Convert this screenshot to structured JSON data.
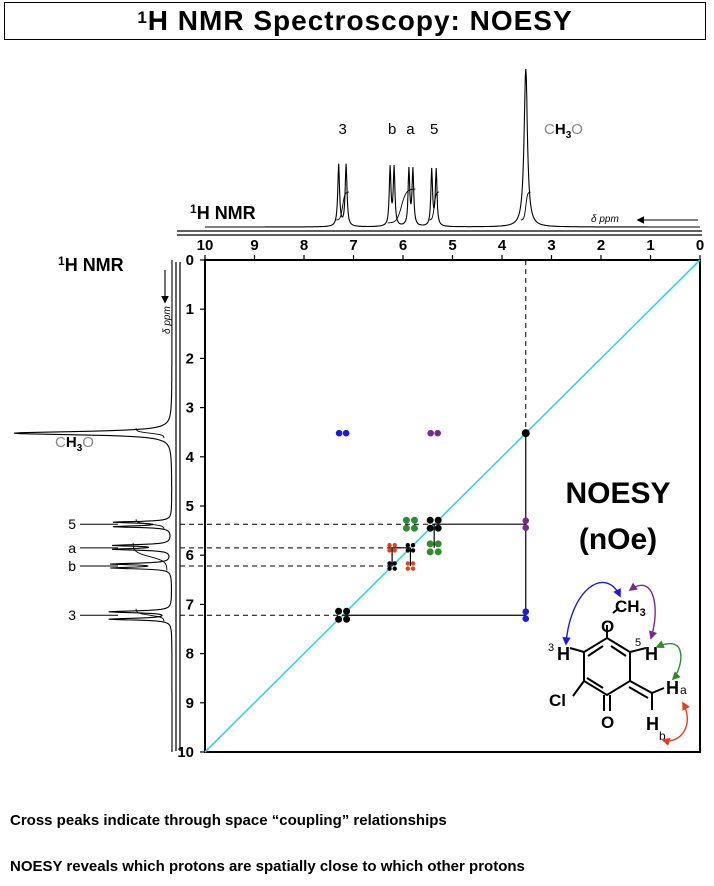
{
  "title_iso": "1",
  "title_rest": "H NMR Spectroscopy: NOESY",
  "axis_title_iso": "1",
  "axis_title_rest": "H NMR",
  "delta_label": "δ ppm",
  "chart_data": {
    "type": "scatter",
    "subtype": "2D NOESY NMR spectrum",
    "x_axis": {
      "ticks": [
        10,
        9,
        8,
        7,
        6,
        5,
        4,
        3,
        2,
        1,
        0
      ],
      "range": [
        10,
        0
      ],
      "reversed": true
    },
    "y_axis": {
      "ticks": [
        0,
        1,
        2,
        3,
        4,
        5,
        6,
        7,
        8,
        9,
        10
      ],
      "range": [
        0,
        10
      ]
    },
    "grid": false,
    "diagonal_color": "#33d6e0",
    "peaks_1d": [
      {
        "label": "3",
        "shift": 7.22
      },
      {
        "label": "b",
        "shift": 6.22
      },
      {
        "label": "a",
        "shift": 5.85
      },
      {
        "label": "5",
        "shift": 5.37
      },
      {
        "label": "CH3O",
        "shift": 3.52
      }
    ],
    "diagonal_peaks": [
      {
        "label": "3",
        "x": 7.22,
        "y": 7.22
      },
      {
        "label": "b",
        "x": 6.22,
        "y": 6.22
      },
      {
        "label": "a",
        "x": 5.85,
        "y": 5.85
      },
      {
        "label": "5",
        "x": 5.37,
        "y": 5.37
      },
      {
        "label": "CH3O",
        "x": 3.52,
        "y": 3.52
      }
    ],
    "cross_peaks": [
      {
        "x": 7.22,
        "y": 3.52,
        "color": "#1a1adc"
      },
      {
        "x": 3.52,
        "y": 7.22,
        "color": "#1a1adc"
      },
      {
        "x": 5.37,
        "y": 3.52,
        "color": "#7a2a8c"
      },
      {
        "x": 3.52,
        "y": 5.37,
        "color": "#7a2a8c"
      },
      {
        "x": 5.85,
        "y": 5.37,
        "color": "#2e8b2e"
      },
      {
        "x": 5.37,
        "y": 5.85,
        "color": "#2e8b2e"
      },
      {
        "x": 6.22,
        "y": 5.85,
        "color": "#e0401a"
      },
      {
        "x": 5.85,
        "y": 6.22,
        "color": "#e0401a"
      }
    ]
  },
  "annotation": {
    "line1": "NOESY",
    "line2": "(nOe)"
  },
  "molecule": {
    "methoxy_c": "CH",
    "methoxy_sub": "3",
    "oxygen": "O",
    "carbonyl_o": "O",
    "chlorine": "Cl",
    "h3_num": "3",
    "h3": "H",
    "h5": "H",
    "h5_num": "5",
    "ha": "H",
    "ha_sub": "a",
    "hb": "H",
    "hb_sub": "b",
    "arrow_colors": {
      "h3": "#1a1adc",
      "h5_methoxy": "#7a2a8c",
      "h5_ha": "#2e8b2e",
      "ha_hb": "#e0401a"
    }
  },
  "captions": {
    "cross_peaks": "Cross peaks indicate through space “coupling” relationships",
    "reveals": "NOESY reveals which protons are spatially close to which other protons"
  }
}
